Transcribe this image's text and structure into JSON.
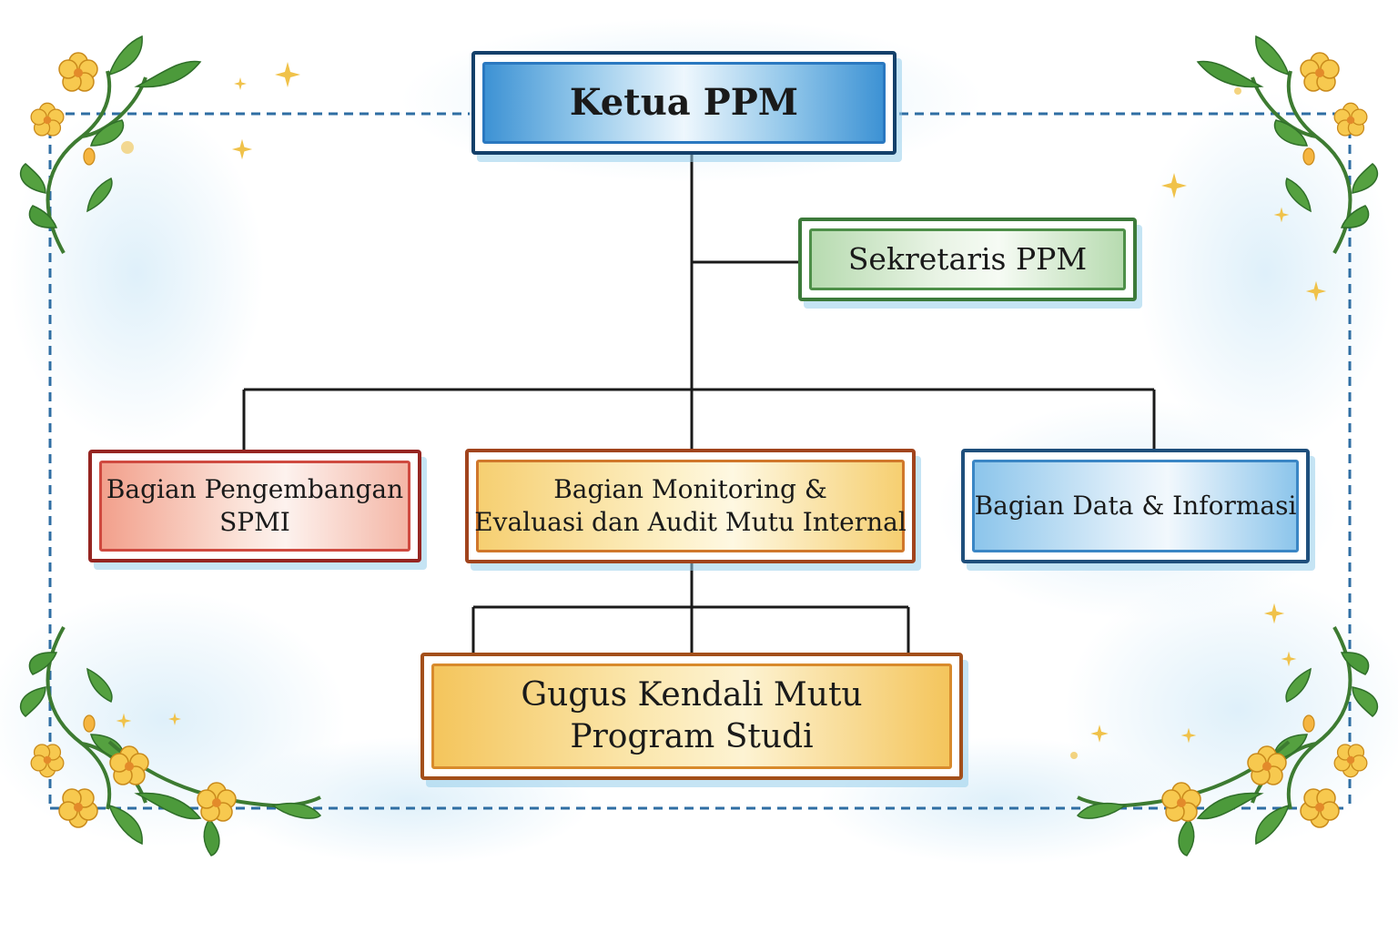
{
  "diagram": {
    "title": "",
    "nodes": {
      "ketua": {
        "label": "Ketua PPM"
      },
      "sekretaris": {
        "label": "Sekretaris PPM"
      },
      "pengembangan": {
        "label_line1": "Bagian Pengembangan",
        "label_line2": "SPMI"
      },
      "monitoring": {
        "label_line1": "Bagian Monitoring &",
        "label_line2": "Evaluasi dan Audit Mutu Internal"
      },
      "data_informasi": {
        "label": "Bagian Data & Informasi"
      },
      "gugus": {
        "label_line1": "Gugus Kendali Mutu",
        "label_line2": "Program Studi"
      }
    },
    "edges": [
      {
        "from": "ketua",
        "to": "sekretaris"
      },
      {
        "from": "ketua",
        "to": "pengembangan"
      },
      {
        "from": "ketua",
        "to": "monitoring"
      },
      {
        "from": "ketua",
        "to": "data_informasi"
      },
      {
        "from": "monitoring",
        "to": "gugus"
      }
    ],
    "colors": {
      "ketua": "#2a78c0",
      "sekretaris": "#4d8f48",
      "pengembangan": "#cf4a40",
      "monitoring": "#d0772b",
      "data_informasi": "#3a86c5",
      "gugus": "#d88a2c",
      "frame_dashed": "#2f6ea3",
      "connector": "#1a1a1a"
    },
    "decorations": [
      "flower-vine-corner",
      "sparkle-star",
      "watercolor-splash"
    ]
  }
}
